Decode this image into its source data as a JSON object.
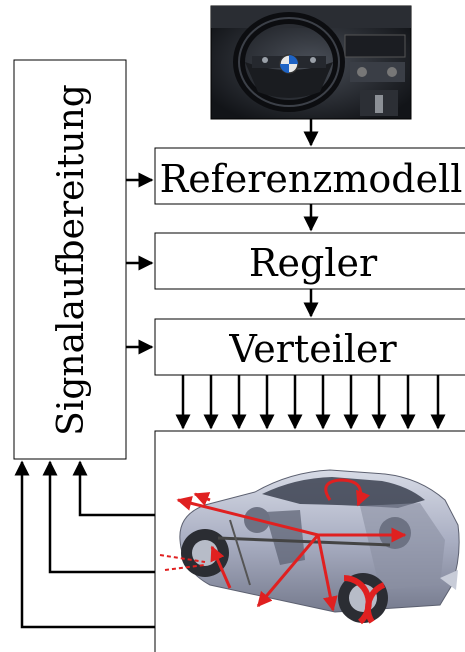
{
  "diagram": {
    "blocks": {
      "signal_processing": "Signalaufbereitung",
      "reference_model": "Referenzmodell",
      "controller": "Regler",
      "distributor": "Verteiler"
    },
    "images": {
      "steering_wheel": "steering-wheel-photo",
      "vehicle": "car-cutaway-illustration"
    },
    "colors": {
      "line": "#000000",
      "force_arrows": "#e02020",
      "car_body": "#a9aec2"
    }
  }
}
